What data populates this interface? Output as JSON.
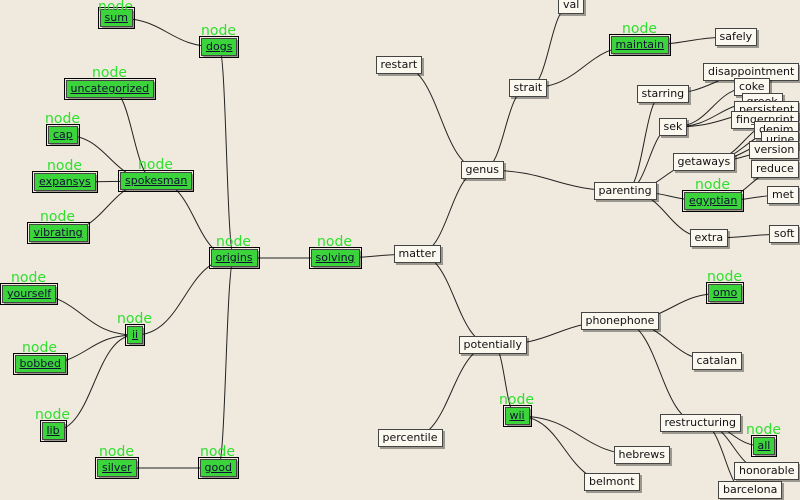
{
  "tag_text": "node",
  "colors": {
    "background": "#efeadd",
    "highlight": "#3bd43b",
    "tag": "#2fe02f",
    "edge": "#222222"
  },
  "nodes": [
    {
      "id": "matter",
      "label": "matter",
      "hl": false
    },
    {
      "id": "solving",
      "label": "solving",
      "hl": true
    },
    {
      "id": "origins",
      "label": "origins",
      "hl": true
    },
    {
      "id": "dogs",
      "label": "dogs",
      "hl": true
    },
    {
      "id": "sum",
      "label": "sum",
      "hl": true
    },
    {
      "id": "uncategorized",
      "label": "uncategorized",
      "hl": true
    },
    {
      "id": "spokesman",
      "label": "spokesman",
      "hl": true
    },
    {
      "id": "cap",
      "label": "cap",
      "hl": true
    },
    {
      "id": "expansys",
      "label": "expansys",
      "hl": true
    },
    {
      "id": "vibrating",
      "label": "vibrating",
      "hl": true
    },
    {
      "id": "ii",
      "label": "ii",
      "hl": true
    },
    {
      "id": "yourself",
      "label": "yourself",
      "hl": true
    },
    {
      "id": "bobbed",
      "label": "bobbed",
      "hl": true
    },
    {
      "id": "lib",
      "label": "lib",
      "hl": true
    },
    {
      "id": "good",
      "label": "good",
      "hl": true
    },
    {
      "id": "silver",
      "label": "silver",
      "hl": true
    },
    {
      "id": "genus",
      "label": "genus",
      "hl": false
    },
    {
      "id": "restart",
      "label": "restart",
      "hl": false
    },
    {
      "id": "strait",
      "label": "strait",
      "hl": false
    },
    {
      "id": "val",
      "label": "val",
      "hl": false
    },
    {
      "id": "maintain",
      "label": "maintain",
      "hl": true
    },
    {
      "id": "safely",
      "label": "safely",
      "hl": false
    },
    {
      "id": "parenting",
      "label": "parenting",
      "hl": false
    },
    {
      "id": "starring",
      "label": "starring",
      "hl": false
    },
    {
      "id": "disappointment",
      "label": "disappointment",
      "hl": false
    },
    {
      "id": "coke",
      "label": "coke",
      "hl": false
    },
    {
      "id": "sek",
      "label": "sek",
      "hl": false
    },
    {
      "id": "greek",
      "label": "greek",
      "hl": false
    },
    {
      "id": "persistent",
      "label": "persistent",
      "hl": false
    },
    {
      "id": "fingerprint",
      "label": "fingerprint",
      "hl": false
    },
    {
      "id": "denim",
      "label": "denim",
      "hl": false
    },
    {
      "id": "urine",
      "label": "urine",
      "hl": false
    },
    {
      "id": "version",
      "label": "version",
      "hl": false
    },
    {
      "id": "getaways",
      "label": "getaways",
      "hl": false
    },
    {
      "id": "reduce",
      "label": "reduce",
      "hl": false
    },
    {
      "id": "egyptian",
      "label": "egyptian",
      "hl": true
    },
    {
      "id": "met",
      "label": "met",
      "hl": false
    },
    {
      "id": "extra",
      "label": "extra",
      "hl": false
    },
    {
      "id": "soft",
      "label": "soft",
      "hl": false
    },
    {
      "id": "potentially",
      "label": "potentially",
      "hl": false
    },
    {
      "id": "phonephone",
      "label": "phonephone",
      "hl": false
    },
    {
      "id": "omo",
      "label": "omo",
      "hl": true
    },
    {
      "id": "catalan",
      "label": "catalan",
      "hl": false
    },
    {
      "id": "restructuring",
      "label": "restructuring",
      "hl": false
    },
    {
      "id": "all",
      "label": "all",
      "hl": true
    },
    {
      "id": "honorable",
      "label": "honorable",
      "hl": false
    },
    {
      "id": "barcelona",
      "label": "barcelona",
      "hl": false
    },
    {
      "id": "hebrews",
      "label": "hebrews",
      "hl": false
    },
    {
      "id": "belmont",
      "label": "belmont",
      "hl": false
    },
    {
      "id": "wii",
      "label": "wii",
      "hl": true
    },
    {
      "id": "percentile",
      "label": "percentile",
      "hl": false
    }
  ],
  "edges": [
    [
      "matter",
      "solving"
    ],
    [
      "solving",
      "origins"
    ],
    [
      "origins",
      "dogs"
    ],
    [
      "origins",
      "spokesman"
    ],
    [
      "origins",
      "ii"
    ],
    [
      "origins",
      "good"
    ],
    [
      "dogs",
      "sum"
    ],
    [
      "spokesman",
      "uncategorized"
    ],
    [
      "spokesman",
      "cap"
    ],
    [
      "spokesman",
      "expansys"
    ],
    [
      "spokesman",
      "vibrating"
    ],
    [
      "ii",
      "yourself"
    ],
    [
      "ii",
      "bobbed"
    ],
    [
      "ii",
      "lib"
    ],
    [
      "good",
      "silver"
    ],
    [
      "matter",
      "genus"
    ],
    [
      "matter",
      "potentially"
    ],
    [
      "genus",
      "restart"
    ],
    [
      "genus",
      "strait"
    ],
    [
      "genus",
      "parenting"
    ],
    [
      "strait",
      "val"
    ],
    [
      "strait",
      "maintain"
    ],
    [
      "maintain",
      "safely"
    ],
    [
      "parenting",
      "starring"
    ],
    [
      "parenting",
      "sek"
    ],
    [
      "parenting",
      "getaways"
    ],
    [
      "parenting",
      "egyptian"
    ],
    [
      "parenting",
      "extra"
    ],
    [
      "starring",
      "disappointment"
    ],
    [
      "sek",
      "coke"
    ],
    [
      "sek",
      "greek"
    ],
    [
      "sek",
      "persistent"
    ],
    [
      "getaways",
      "fingerprint"
    ],
    [
      "getaways",
      "denim"
    ],
    [
      "getaways",
      "urine"
    ],
    [
      "getaways",
      "version"
    ],
    [
      "egyptian",
      "reduce"
    ],
    [
      "egyptian",
      "met"
    ],
    [
      "extra",
      "soft"
    ],
    [
      "potentially",
      "phonephone"
    ],
    [
      "potentially",
      "wii"
    ],
    [
      "potentially",
      "percentile"
    ],
    [
      "phonephone",
      "omo"
    ],
    [
      "phonephone",
      "catalan"
    ],
    [
      "phonephone",
      "restructuring"
    ],
    [
      "restructuring",
      "all"
    ],
    [
      "restructuring",
      "honorable"
    ],
    [
      "restructuring",
      "barcelona"
    ],
    [
      "wii",
      "hebrews"
    ],
    [
      "wii",
      "belmont"
    ]
  ]
}
